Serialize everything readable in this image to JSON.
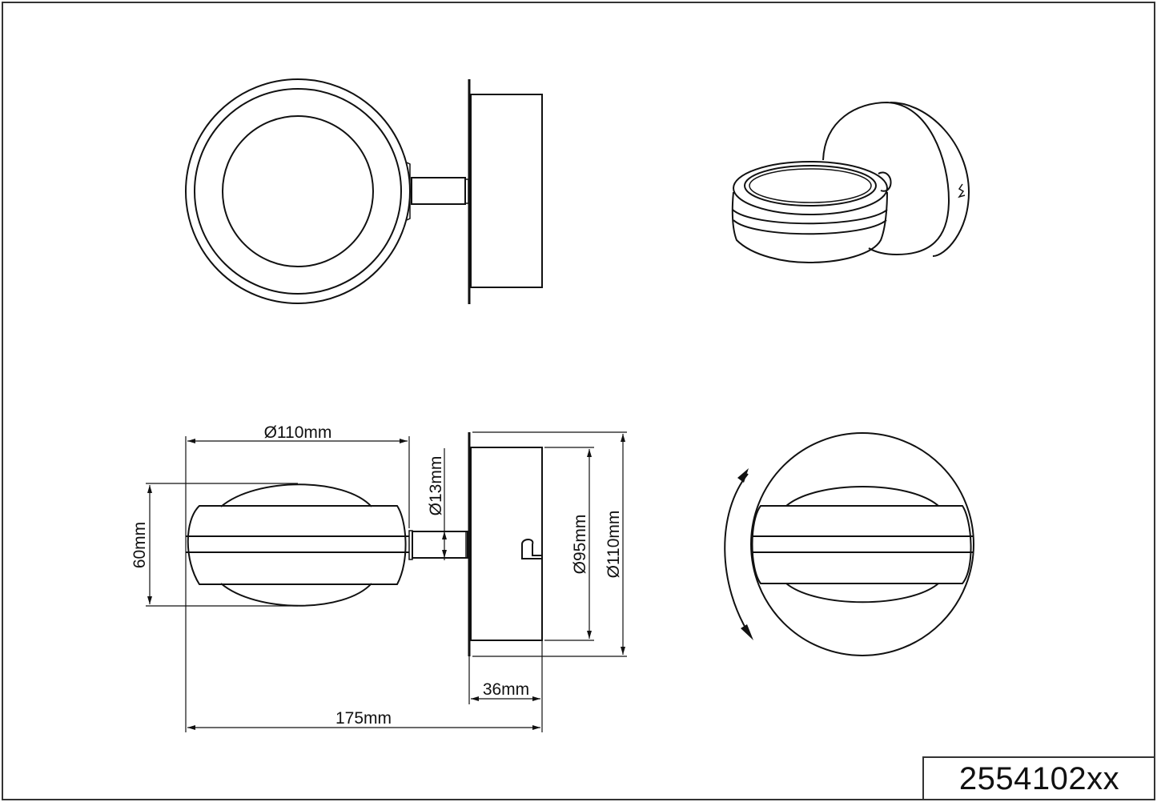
{
  "drawing": {
    "type": "technical dimension drawing",
    "subject": "wall spotlight",
    "part_number": "2554102xx",
    "views": [
      "front-view",
      "perspective-view",
      "side-view-dimensioned",
      "rear-view-rotation"
    ]
  },
  "dimensions": {
    "head_diameter": "Ø110mm",
    "head_height": "60mm",
    "arm_diameter": "Ø13mm",
    "base_diameter_inner": "Ø95mm",
    "base_diameter_outer": "Ø110mm",
    "base_depth": "36mm",
    "total_length": "175mm"
  },
  "colors": {
    "line": "#111111",
    "background": "#ffffff"
  }
}
